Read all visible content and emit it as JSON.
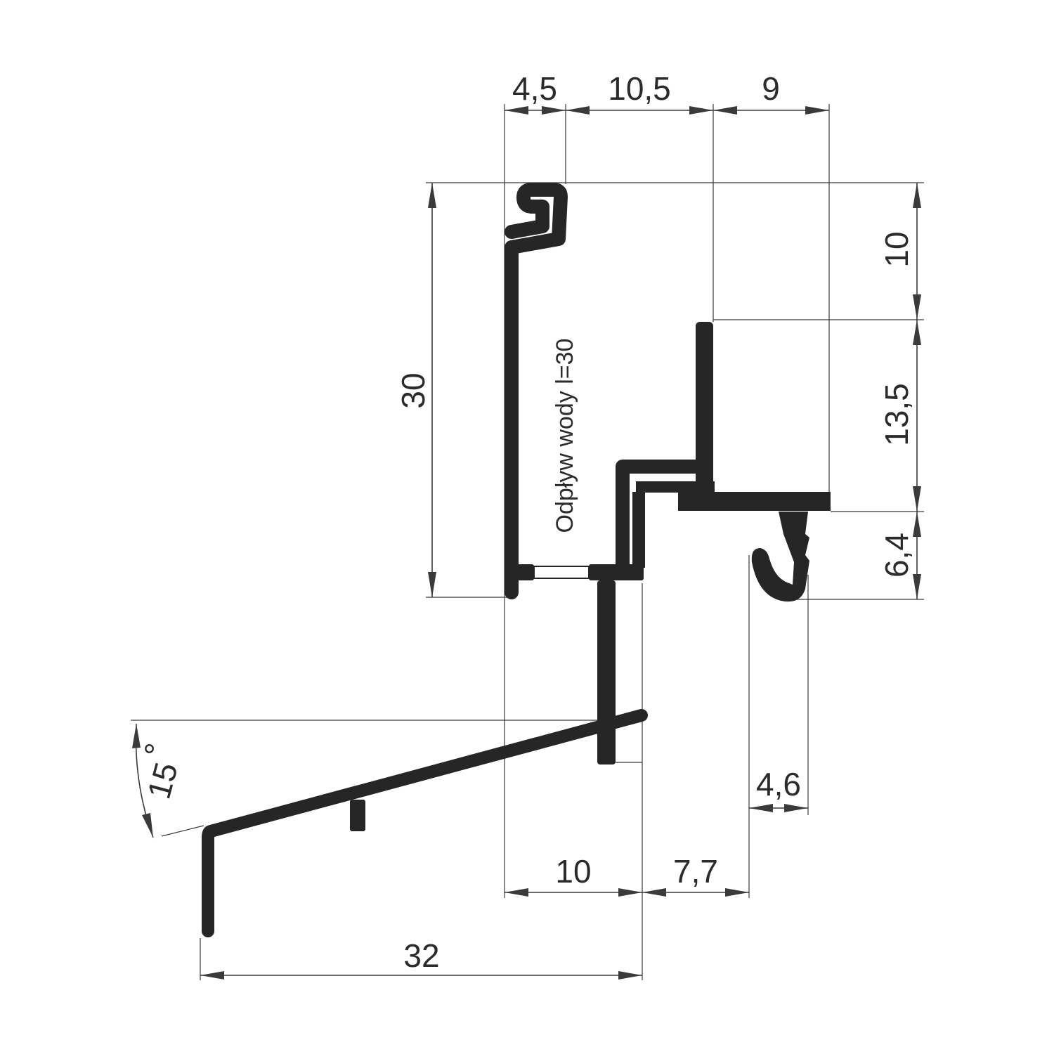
{
  "drawing": {
    "note": "Odpływ wody l=30",
    "angle_label": "15",
    "angle_unit": "°",
    "dimensions": {
      "top_1": "4,5",
      "top_2": "10,5",
      "top_3": "9",
      "right_1": "10",
      "right_2": "13,5",
      "right_3": "6,4",
      "left_height": "30",
      "lower_small": "4,6",
      "bottom_1": "10",
      "bottom_2": "7,7",
      "bottom_total": "32"
    }
  },
  "colors": {
    "profile": "#262626",
    "lines": "#3a3a3a",
    "background": "#ffffff"
  }
}
